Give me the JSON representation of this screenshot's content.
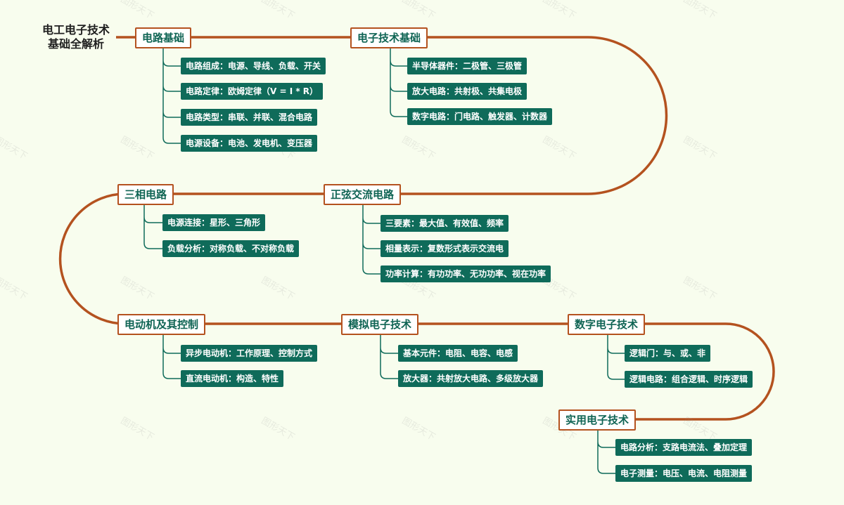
{
  "title": {
    "line1": "电工电子技术",
    "line2": "基础全解析"
  },
  "watermark": "图形天下",
  "colors": {
    "path": "#b4521f",
    "leaf_bg": "#0f6b5a",
    "node_text": "#0f6454",
    "background": "#f8fdee"
  },
  "topics": [
    {
      "label": "电路基础",
      "subs": [
        "电路组成：电源、导线、负载、开关",
        "电路定律：欧姆定律（V = I * R）",
        "电路类型：串联、并联、混合电路",
        "电源设备：电池、发电机、变压器"
      ]
    },
    {
      "label": "电子技术基础",
      "subs": [
        "半导体器件：二极管、三极管",
        "放大电路：共射极、共集电极",
        "数字电路：门电路、触发器、计数器"
      ]
    },
    {
      "label": "正弦交流电路",
      "subs": [
        "三要素：最大值、有效值、频率",
        "相量表示：复数形式表示交流电",
        "功率计算：有功功率、无功功率、视在功率"
      ]
    },
    {
      "label": "三相电路",
      "subs": [
        "电源连接：星形、三角形",
        "负载分析：对称负载、不对称负载"
      ]
    },
    {
      "label": "电动机及其控制",
      "subs": [
        "异步电动机：工作原理、控制方式",
        "直流电动机：构造、特性"
      ]
    },
    {
      "label": "模拟电子技术",
      "subs": [
        "基本元件：电阻、电容、电感",
        "放大器：共射放大电路、多级放大器"
      ]
    },
    {
      "label": "数字电子技术",
      "subs": [
        "逻辑门：与、或、非",
        "逻辑电路：组合逻辑、时序逻辑"
      ]
    },
    {
      "label": "实用电子技术",
      "subs": [
        "电路分析：支路电流法、叠加定理",
        "电子测量：电压、电流、电阻测量"
      ]
    }
  ]
}
